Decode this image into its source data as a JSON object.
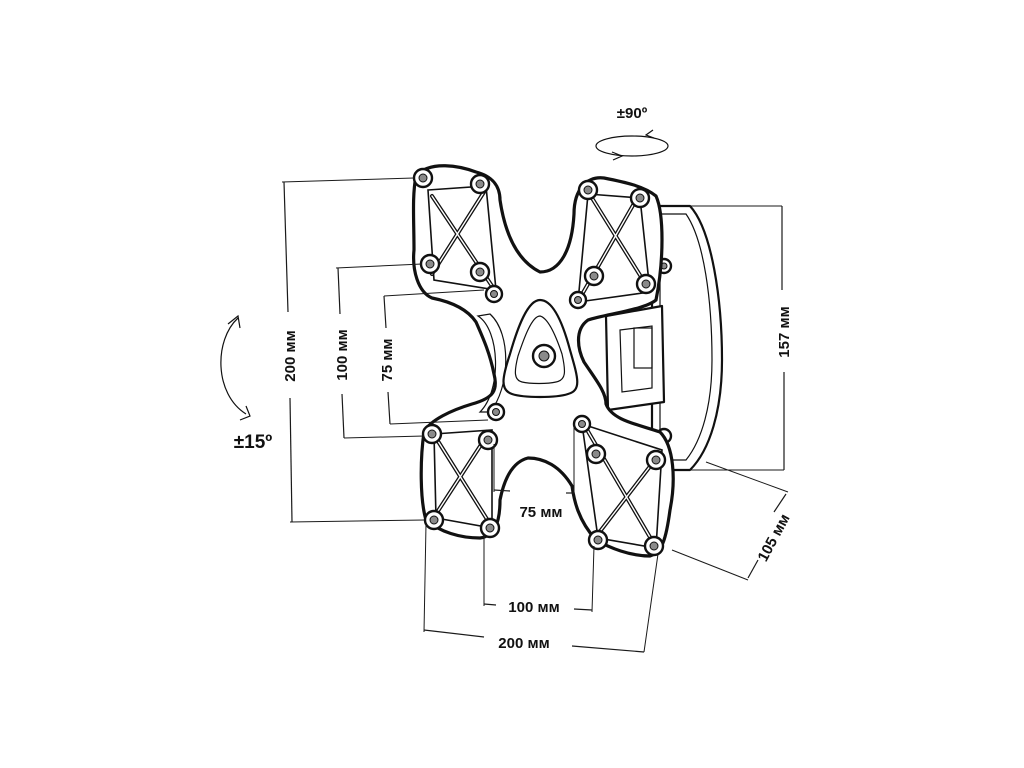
{
  "rotation": {
    "swivel": "±90º",
    "tilt": "±15º"
  },
  "dimensions": {
    "outer_height": "200 мм",
    "mid_height": "100 мм",
    "inner_height": "75 мм",
    "inner_width": "75 мм",
    "mid_width": "100 мм",
    "outer_width": "200 мм",
    "arm_height": "157 мм",
    "arm_depth": "105 мм"
  },
  "colors": {
    "line": "#111111",
    "background": "#ffffff",
    "hole_fill": "#8a8a8a"
  }
}
